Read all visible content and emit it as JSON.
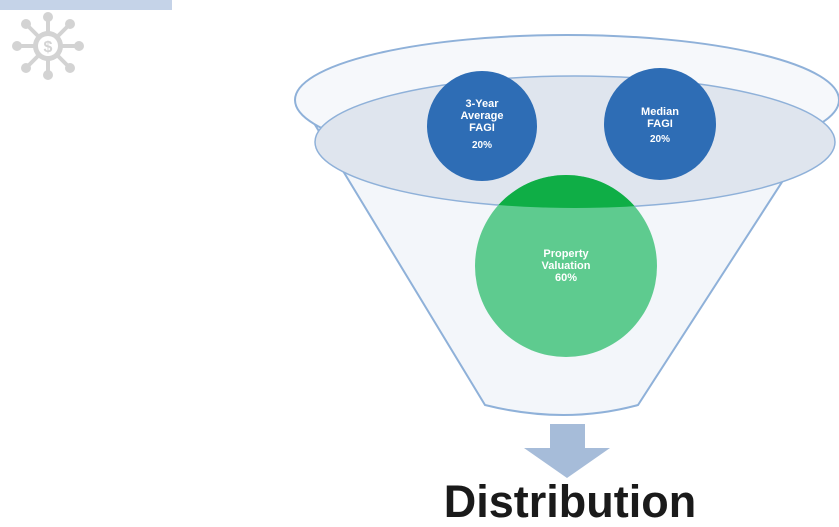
{
  "funnel": {
    "circles": [
      {
        "id": "three_year_average",
        "label": "3-Year\nAverage\nFAGI",
        "value": "20%",
        "color": "#2e6db5"
      },
      {
        "id": "median",
        "label": "Median\nFAGI",
        "value": "20%",
        "color": "#2e6db5"
      },
      {
        "id": "property_valuation",
        "label": "Property\nValuation",
        "value": "60%",
        "color": "#5ecb8f"
      }
    ],
    "output_label": "Distribution"
  },
  "colors": {
    "funnel_stroke": "#8fb1d9",
    "funnel_fill": "#eef2f8",
    "ellipse_fill": "#dfe5ee",
    "arrow": "#a6bcd9",
    "overlap_green": "#0fae46"
  },
  "icons": [
    "dollar-virus-icon"
  ]
}
